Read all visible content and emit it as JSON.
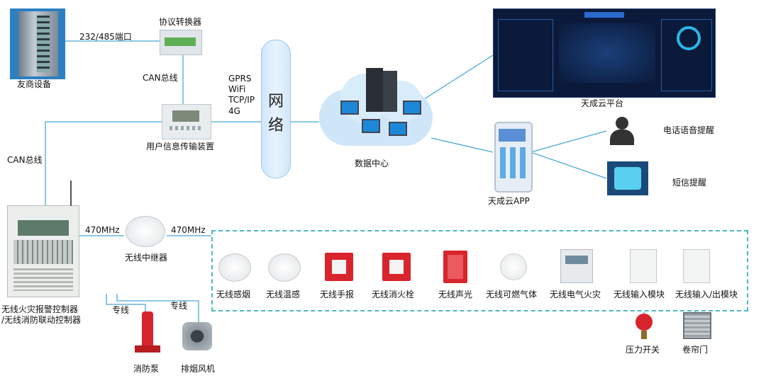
{
  "nodes": {
    "vendor": "友商设备",
    "converter": "协议转换器",
    "port": "232/485端口",
    "can_top": "CAN总线",
    "uitd": "用户信息传输装置",
    "can_left": "CAN总线",
    "network": [
      "网",
      "络"
    ],
    "protocols": [
      "GPRS",
      "WiFi",
      "TCP/IP",
      "4G"
    ],
    "datacenter": "数据中心",
    "cloud_platform": "天成云平台",
    "app": "天成云APP",
    "phone_alert": "电话语音提醒",
    "sms_alert": "短信提醒",
    "controller": [
      "无线火灾报警控制器",
      "/无线消防联动控制器"
    ],
    "freq_left": "470MHz",
    "freq_right": "470MHz",
    "repeater": "无线中继器",
    "dedicated1": "专线",
    "dedicated2": "专线",
    "fire_pump": "消防泵",
    "fan": "排烟风机",
    "pressure": "压力开关",
    "shutter": "卷帘门"
  },
  "devices": [
    "无线感烟",
    "无线温感",
    "无线手报",
    "无线消火栓",
    "无线声光",
    "无线可燃气体",
    "无线电气火灾",
    "无线输入模块",
    "无线输入/出模块"
  ],
  "colors": {
    "wire": "#4aa8d8",
    "dash": "#4bb8c8",
    "network": "#cfe6fb",
    "red": "#d8242c"
  }
}
